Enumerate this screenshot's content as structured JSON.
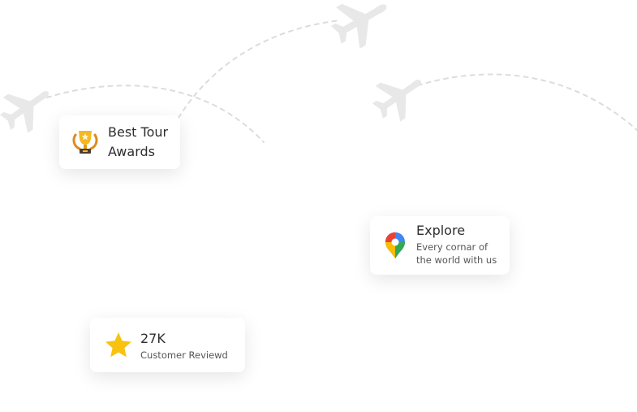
{
  "cards": {
    "awards": {
      "title": "Best Tour Awards",
      "icon": "trophy-icon"
    },
    "explore": {
      "title": "Explore",
      "subtitle_line1": "Every cornar of",
      "subtitle_line2": "the world with us",
      "icon": "map-pin-icon"
    },
    "reviews": {
      "count": "27K",
      "label": "Customer Reviewd",
      "icon": "star-icon"
    }
  },
  "decor": {
    "planes": [
      "airplane-icon",
      "airplane-icon",
      "airplane-icon"
    ],
    "color": "#e6e6e6"
  },
  "colors": {
    "trophy": "#f6b820",
    "star": "#f9c20f",
    "pin_red": "#ea4335",
    "pin_blue": "#4285f4",
    "pin_green": "#34a853",
    "pin_yellow": "#fbbc04"
  }
}
